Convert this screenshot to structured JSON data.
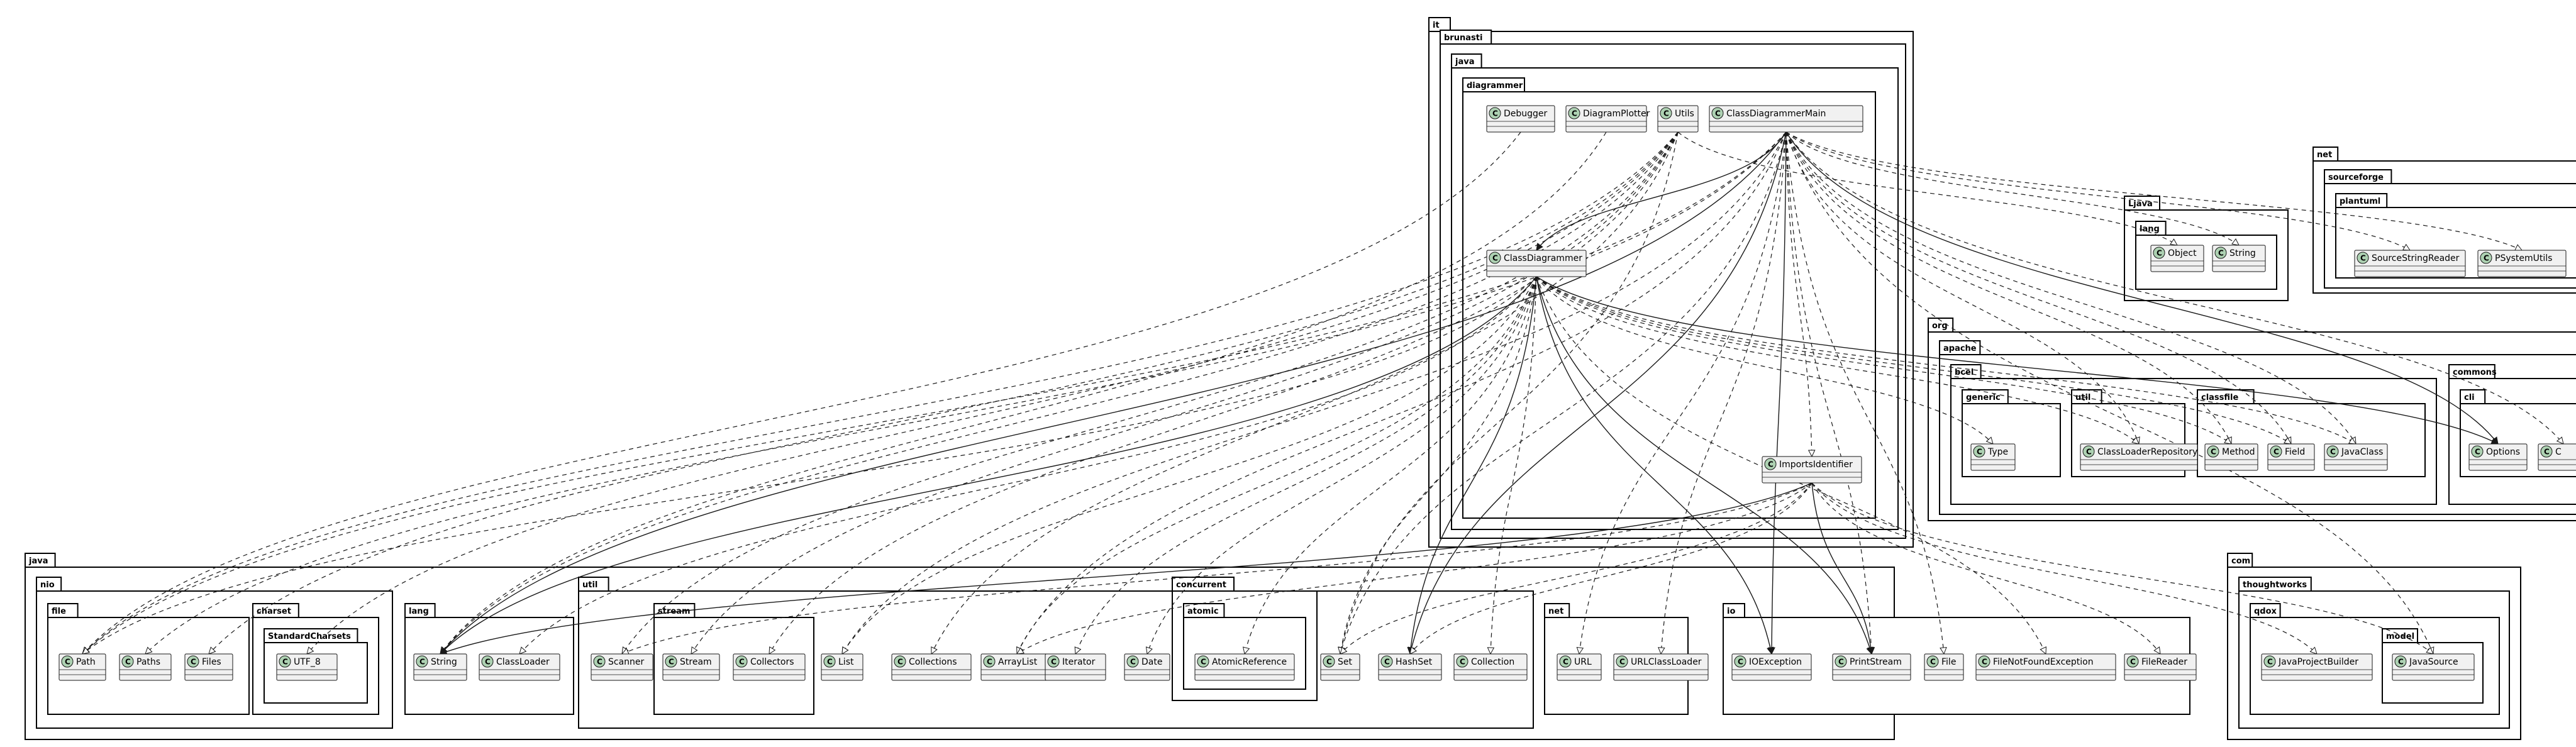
{
  "diagram": {
    "packages": [
      {
        "id": "it",
        "label": "it"
      },
      {
        "id": "brunasti",
        "label": "brunasti"
      },
      {
        "id": "it-java",
        "label": "java"
      },
      {
        "id": "diagrammer",
        "label": "diagrammer"
      },
      {
        "id": "ljava",
        "label": "Ljava"
      },
      {
        "id": "ljava-lang",
        "label": "lang"
      },
      {
        "id": "net-top",
        "label": "net"
      },
      {
        "id": "sourceforge",
        "label": "sourceforge"
      },
      {
        "id": "plantuml",
        "label": "plantuml"
      },
      {
        "id": "org",
        "label": "org"
      },
      {
        "id": "apache",
        "label": "apache"
      },
      {
        "id": "bcel",
        "label": "bcel"
      },
      {
        "id": "generic",
        "label": "generic"
      },
      {
        "id": "bcel-util",
        "label": "util"
      },
      {
        "id": "classfile",
        "label": "classfile"
      },
      {
        "id": "commons",
        "label": "commons"
      },
      {
        "id": "cli",
        "label": "cli"
      },
      {
        "id": "java",
        "label": "java"
      },
      {
        "id": "nio",
        "label": "nio"
      },
      {
        "id": "file",
        "label": "file"
      },
      {
        "id": "charset",
        "label": "charset"
      },
      {
        "id": "standardcharsets",
        "label": "StandardCharsets"
      },
      {
        "id": "lang",
        "label": "lang"
      },
      {
        "id": "util",
        "label": "util"
      },
      {
        "id": "stream",
        "label": "stream"
      },
      {
        "id": "concurrent",
        "label": "concurrent"
      },
      {
        "id": "atomic",
        "label": "atomic"
      },
      {
        "id": "java-net",
        "label": "net"
      },
      {
        "id": "io",
        "label": "io"
      },
      {
        "id": "com",
        "label": "com"
      },
      {
        "id": "thoughtworks",
        "label": "thoughtworks"
      },
      {
        "id": "qdox",
        "label": "qdox"
      },
      {
        "id": "model",
        "label": "model"
      }
    ],
    "classes": [
      {
        "id": "Debugger",
        "label": "Debugger"
      },
      {
        "id": "DiagramPlotter",
        "label": "DiagramPlotter"
      },
      {
        "id": "Utils",
        "label": "Utils"
      },
      {
        "id": "ClassDiagrammerMain",
        "label": "ClassDiagrammerMain"
      },
      {
        "id": "ClassDiagrammer",
        "label": "ClassDiagrammer"
      },
      {
        "id": "ImportsIdentifier",
        "label": "ImportsIdentifier"
      },
      {
        "id": "LObject",
        "label": "Object"
      },
      {
        "id": "LString",
        "label": "String"
      },
      {
        "id": "SourceStringReader",
        "label": "SourceStringReader"
      },
      {
        "id": "PSystemUtils",
        "label": "PSystemUtils"
      },
      {
        "id": "Type",
        "label": "Type"
      },
      {
        "id": "ClassLoaderRepository",
        "label": "ClassLoaderRepository"
      },
      {
        "id": "Method",
        "label": "Method"
      },
      {
        "id": "Field",
        "label": "Field"
      },
      {
        "id": "JavaClass",
        "label": "JavaClass"
      },
      {
        "id": "Options",
        "label": "Options"
      },
      {
        "id": "CliCut",
        "label": "C"
      },
      {
        "id": "Path",
        "label": "Path"
      },
      {
        "id": "Paths",
        "label": "Paths"
      },
      {
        "id": "Files",
        "label": "Files"
      },
      {
        "id": "UTF_8",
        "label": "UTF_8"
      },
      {
        "id": "String",
        "label": "String"
      },
      {
        "id": "ClassLoader",
        "label": "ClassLoader"
      },
      {
        "id": "Scanner",
        "label": "Scanner"
      },
      {
        "id": "Stream",
        "label": "Stream"
      },
      {
        "id": "Collectors",
        "label": "Collectors"
      },
      {
        "id": "List",
        "label": "List"
      },
      {
        "id": "Collections",
        "label": "Collections"
      },
      {
        "id": "ArrayList",
        "label": "ArrayList"
      },
      {
        "id": "Iterator",
        "label": "Iterator"
      },
      {
        "id": "Date",
        "label": "Date"
      },
      {
        "id": "AtomicReference",
        "label": "AtomicReference"
      },
      {
        "id": "Set",
        "label": "Set"
      },
      {
        "id": "HashSet",
        "label": "HashSet"
      },
      {
        "id": "Collection",
        "label": "Collection"
      },
      {
        "id": "URL",
        "label": "URL"
      },
      {
        "id": "URLClassLoader",
        "label": "URLClassLoader"
      },
      {
        "id": "IOException",
        "label": "IOException"
      },
      {
        "id": "PrintStream",
        "label": "PrintStream"
      },
      {
        "id": "File",
        "label": "File"
      },
      {
        "id": "FileNotFoundException",
        "label": "FileNotFoundException"
      },
      {
        "id": "FileReader",
        "label": "FileReader"
      },
      {
        "id": "JavaProjectBuilder",
        "label": "JavaProjectBuilder"
      },
      {
        "id": "JavaSource",
        "label": "JavaSource"
      }
    ],
    "relations": [
      {
        "from": "ClassDiagrammerMain",
        "to": "ClassDiagrammer",
        "style": "assoc"
      },
      {
        "from": "ClassDiagrammerMain",
        "to": "ImportsIdentifier",
        "style": "dep"
      },
      {
        "from": "ClassDiagrammerMain",
        "to": "LString",
        "style": "dep"
      },
      {
        "from": "ClassDiagrammerMain",
        "to": "SourceStringReader",
        "style": "dep"
      },
      {
        "from": "ClassDiagrammerMain",
        "to": "PSystemUtils",
        "style": "dep"
      },
      {
        "from": "ClassDiagrammerMain",
        "to": "Options",
        "style": "assoc"
      },
      {
        "from": "ClassDiagrammerMain",
        "to": "CliCut",
        "style": "dep"
      },
      {
        "from": "ClassDiagrammerMain",
        "to": "JavaClass",
        "style": "dep"
      },
      {
        "from": "ClassDiagrammerMain",
        "to": "Field",
        "style": "dep"
      },
      {
        "from": "ClassDiagrammerMain",
        "to": "Method",
        "style": "dep"
      },
      {
        "from": "ClassDiagrammerMain",
        "to": "ClassLoaderRepository",
        "style": "dep"
      },
      {
        "from": "ClassDiagrammerMain",
        "to": "Path",
        "style": "dep"
      },
      {
        "from": "ClassDiagrammerMain",
        "to": "Paths",
        "style": "dep"
      },
      {
        "from": "ClassDiagrammerMain",
        "to": "String",
        "style": "assoc"
      },
      {
        "from": "ClassDiagrammerMain",
        "to": "List",
        "style": "dep"
      },
      {
        "from": "ClassDiagrammerMain",
        "to": "ArrayList",
        "style": "dep"
      },
      {
        "from": "ClassDiagrammerMain",
        "to": "Set",
        "style": "dep"
      },
      {
        "from": "ClassDiagrammerMain",
        "to": "HashSet",
        "style": "assoc"
      },
      {
        "from": "ClassDiagrammerMain",
        "to": "URL",
        "style": "dep"
      },
      {
        "from": "ClassDiagrammerMain",
        "to": "URLClassLoader",
        "style": "dep"
      },
      {
        "from": "ClassDiagrammerMain",
        "to": "IOException",
        "style": "assoc"
      },
      {
        "from": "ClassDiagrammerMain",
        "to": "PrintStream",
        "style": "dep"
      },
      {
        "from": "ClassDiagrammerMain",
        "to": "File",
        "style": "dep"
      },
      {
        "from": "ClassDiagrammerMain",
        "to": "JavaSource",
        "style": "dep"
      },
      {
        "from": "Utils",
        "to": "LObject",
        "style": "dep"
      },
      {
        "from": "Utils",
        "to": "Files",
        "style": "dep"
      },
      {
        "from": "Utils",
        "to": "Collections",
        "style": "dep"
      },
      {
        "from": "Utils",
        "to": "Collectors",
        "style": "dep"
      },
      {
        "from": "Utils",
        "to": "Stream",
        "style": "dep"
      },
      {
        "from": "Utils",
        "to": "UTF_8",
        "style": "dep"
      },
      {
        "from": "Utils",
        "to": "Scanner",
        "style": "dep"
      },
      {
        "from": "Utils",
        "to": "String",
        "style": "dep"
      },
      {
        "from": "Utils",
        "to": "Path",
        "style": "dep"
      },
      {
        "from": "Utils",
        "to": "Set",
        "style": "dep"
      },
      {
        "from": "DiagramPlotter",
        "to": "String",
        "style": "dep"
      },
      {
        "from": "Debugger",
        "to": "Path",
        "style": "dep"
      },
      {
        "from": "ClassDiagrammer",
        "to": "String",
        "style": "assoc"
      },
      {
        "from": "ClassDiagrammer",
        "to": "ClassLoader",
        "style": "dep"
      },
      {
        "from": "ClassDiagrammer",
        "to": "Type",
        "style": "dep"
      },
      {
        "from": "ClassDiagrammer",
        "to": "ClassLoaderRepository",
        "style": "dep"
      },
      {
        "from": "ClassDiagrammer",
        "to": "Method",
        "style": "dep"
      },
      {
        "from": "ClassDiagrammer",
        "to": "Field",
        "style": "dep"
      },
      {
        "from": "ClassDiagrammer",
        "to": "JavaClass",
        "style": "dep"
      },
      {
        "from": "ClassDiagrammer",
        "to": "Options",
        "style": "assoc"
      },
      {
        "from": "ClassDiagrammer",
        "to": "ArrayList",
        "style": "dep"
      },
      {
        "from": "ClassDiagrammer",
        "to": "List",
        "style": "dep"
      },
      {
        "from": "ClassDiagrammer",
        "to": "Iterator",
        "style": "dep"
      },
      {
        "from": "ClassDiagrammer",
        "to": "Date",
        "style": "dep"
      },
      {
        "from": "ClassDiagrammer",
        "to": "AtomicReference",
        "style": "dep"
      },
      {
        "from": "ClassDiagrammer",
        "to": "Set",
        "style": "dep"
      },
      {
        "from": "ClassDiagrammer",
        "to": "HashSet",
        "style": "assoc"
      },
      {
        "from": "ClassDiagrammer",
        "to": "Collection",
        "style": "dep"
      },
      {
        "from": "ClassDiagrammer",
        "to": "IOException",
        "style": "assoc"
      },
      {
        "from": "ClassDiagrammer",
        "to": "PrintStream",
        "style": "assoc"
      },
      {
        "from": "ClassDiagrammer",
        "to": "FileNotFoundException",
        "style": "dep"
      },
      {
        "from": "ClassDiagrammer",
        "to": "Path",
        "style": "dep"
      },
      {
        "from": "ImportsIdentifier",
        "to": "String",
        "style": "assoc"
      },
      {
        "from": "ImportsIdentifier",
        "to": "Set",
        "style": "dep"
      },
      {
        "from": "ImportsIdentifier",
        "to": "HashSet",
        "style": "dep"
      },
      {
        "from": "ImportsIdentifier",
        "to": "ArrayList",
        "style": "dep"
      },
      {
        "from": "ImportsIdentifier",
        "to": "PrintStream",
        "style": "assoc"
      },
      {
        "from": "ImportsIdentifier",
        "to": "FileReader",
        "style": "dep"
      },
      {
        "from": "ImportsIdentifier",
        "to": "JavaProjectBuilder",
        "style": "dep"
      },
      {
        "from": "ImportsIdentifier",
        "to": "JavaSource",
        "style": "dep"
      },
      {
        "from": "ImportsIdentifier",
        "to": "Scanner",
        "style": "dep"
      }
    ]
  }
}
